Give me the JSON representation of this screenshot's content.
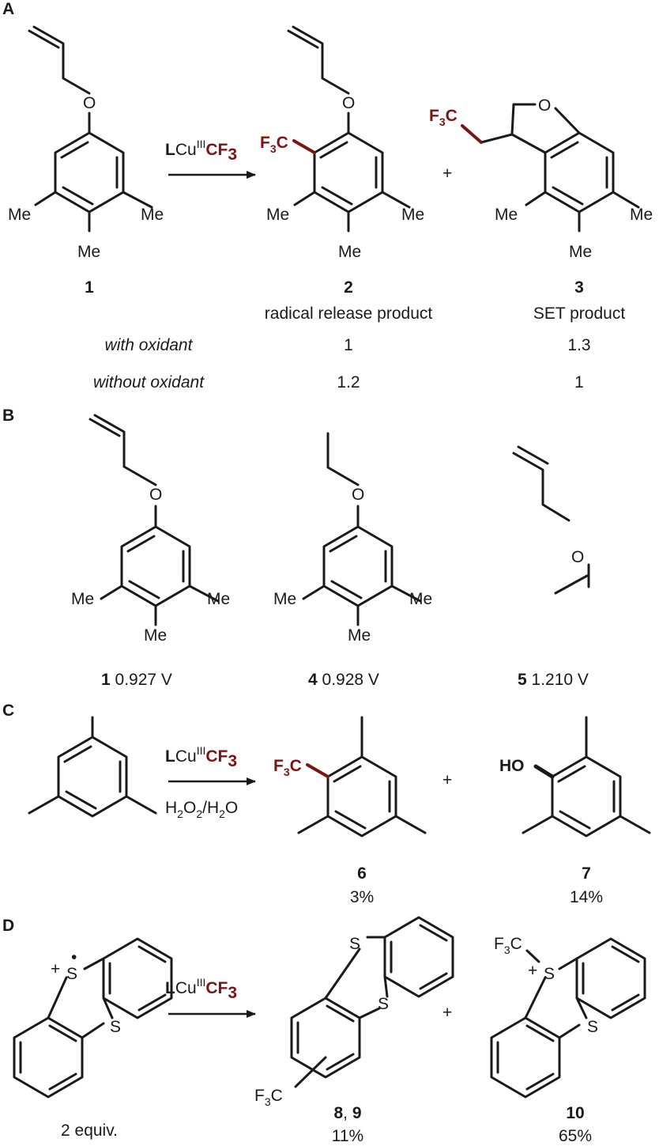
{
  "panels": {
    "a": "A",
    "b": "B",
    "c": "C",
    "d": "D"
  },
  "reagents": {
    "lcu_l": "L",
    "lcu_cu": "Cu",
    "lcu_ox": "III",
    "lcu_cf3": "CF",
    "lcu_cf3_sub": "3",
    "h2o2": "H",
    "h2o2_2a": "2",
    "h2o2_o": "O",
    "h2o2_2b": "2",
    "h2o2_slash": "/H",
    "h2o2_2c": "2",
    "h2o2_o2": "O"
  },
  "atoms": {
    "me": "Me",
    "o": "O",
    "s": "S",
    "ho": "HO",
    "f3c_f": "F",
    "f3c_3": "3",
    "f3c_c": "C",
    "plus": "+",
    "radical_plus": "+",
    "radical_dot": "•"
  },
  "section_a": {
    "label_1": "1",
    "label_2": "2",
    "label_3": "3",
    "desc_2": "radical release product",
    "desc_3": "SET product",
    "row1_label": "with oxidant",
    "row1_v2": "1",
    "row1_v3": "1.3",
    "row2_label": "without oxidant",
    "row2_v2": "1.2",
    "row2_v3": "1"
  },
  "section_b": {
    "label_1": "1",
    "pot_1": " 0.927 V",
    "label_4": "4",
    "pot_4": " 0.928 V",
    "label_5": "5",
    "pot_5": " 1.210 V"
  },
  "section_c": {
    "label_6": "6",
    "yield_6": "3%",
    "label_7": "7",
    "yield_7": "14%"
  },
  "section_d": {
    "equiv": "2 equiv.",
    "label_89a": "8",
    "label_89sep": ", ",
    "label_89b": "9",
    "yield_89": "11%",
    "label_10": "10",
    "yield_10": "65%"
  },
  "colors": {
    "highlight": "#7a1515",
    "ink": "#1a1a1a"
  }
}
